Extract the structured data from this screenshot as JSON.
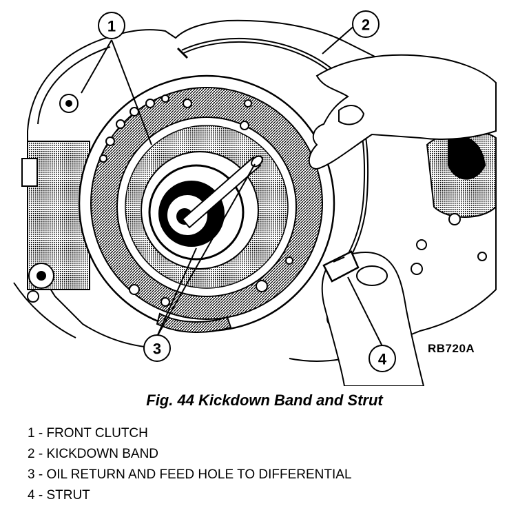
{
  "figure": {
    "caption": "Fig. 44 Kickdown Band and Strut",
    "reference_id": "RB720A"
  },
  "callouts": [
    {
      "number": "1",
      "label": "FRONT CLUTCH"
    },
    {
      "number": "2",
      "label": "KICKDOWN BAND"
    },
    {
      "number": "3",
      "label": "OIL RETURN AND FEED HOLE TO DIFFERENTIAL"
    },
    {
      "number": "4",
      "label": "STRUT"
    }
  ],
  "legend": [
    "1 - FRONT CLUTCH",
    "2 - KICKDOWN BAND",
    "3 - OIL RETURN AND FEED HOLE TO DIFFERENTIAL",
    "4 - STRUT"
  ]
}
